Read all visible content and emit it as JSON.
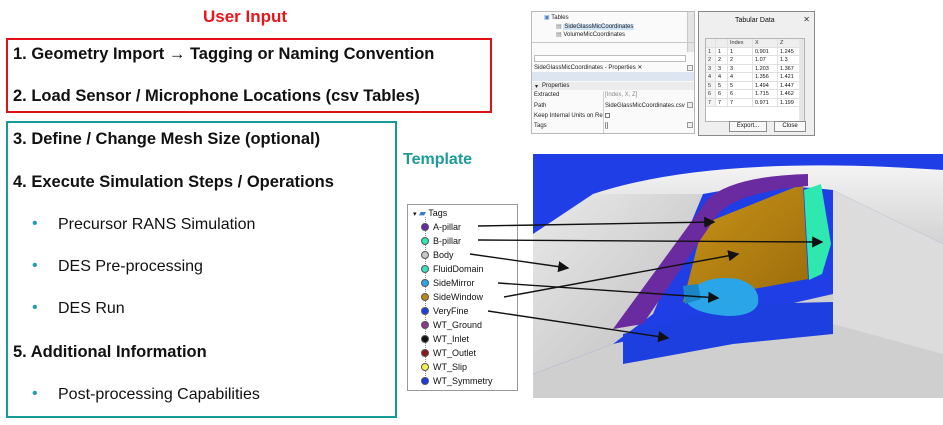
{
  "heading_user_input": "User Input",
  "heading_template": "Template",
  "steps": {
    "s1": "1. Geometry Import → Tagging or Naming Convention",
    "s2": "2. Load Sensor / Microphone Locations (csv Tables)",
    "s3": "3. Define / Change Mesh Size (optional)",
    "s4": "4. Execute Simulation Steps / Operations",
    "s4_b1": "Precursor RANS Simulation",
    "s4_b2": "DES Pre-processing",
    "s4_b3": "DES Run",
    "s5": "5. Additional Information",
    "s5_b1": "Post-processing Capabilities"
  },
  "tables_panel": {
    "root": "Tables",
    "item_selected": "SideGlassMicCoordinates",
    "item_2": "VolumeMicCoordinates",
    "properties_tab": "SideGlassMicCoordinates - Properties",
    "properties_header": "Properties",
    "rows": [
      {
        "key": "Extracted",
        "value": "[Index, X, Z]"
      },
      {
        "key": "Path",
        "value": "SideGlassMicCoordinates.csv"
      },
      {
        "key": "Keep Internal Units on Re",
        "value": ""
      },
      {
        "key": "Tags",
        "value": "[]"
      }
    ]
  },
  "tabular_dialog": {
    "title": "Tabular Data",
    "columns": [
      "",
      "Index",
      "X",
      "Z"
    ],
    "rows": [
      [
        "1",
        "1",
        "0.901",
        "1.245"
      ],
      [
        "2",
        "2",
        "1.07",
        "1.3"
      ],
      [
        "3",
        "3",
        "1.203",
        "1.367"
      ],
      [
        "4",
        "4",
        "1.356",
        "1.421"
      ],
      [
        "5",
        "5",
        "1.494",
        "1.447"
      ],
      [
        "6",
        "6",
        "1.715",
        "1.462"
      ],
      [
        "7",
        "7",
        "0.971",
        "1.199"
      ]
    ],
    "export_label": "Export...",
    "close_label": "Close"
  },
  "tags_tree": {
    "root": "Tags",
    "items": [
      {
        "label": "A-pillar",
        "color": "#6a2aa0"
      },
      {
        "label": "B-pillar",
        "color": "#2ee8b0"
      },
      {
        "label": "Body",
        "color": "#c7c7c7"
      },
      {
        "label": "FluidDomain",
        "color": "#3de0c0"
      },
      {
        "label": "SideMirror",
        "color": "#2aa6e8"
      },
      {
        "label": "SideWindow",
        "color": "#b98b1a"
      },
      {
        "label": "VeryFine",
        "color": "#1d3fe0"
      },
      {
        "label": "WT_Ground",
        "color": "#8a3a8a"
      },
      {
        "label": "WT_Inlet",
        "color": "#111111"
      },
      {
        "label": "WT_Outlet",
        "color": "#8a1a1a"
      },
      {
        "label": "WT_Slip",
        "color": "#f2f24a"
      },
      {
        "label": "WT_Symmetry",
        "color": "#1a3adf"
      }
    ]
  },
  "colors": {
    "red": "#e30f16",
    "teal": "#159a96",
    "wind_tunnel_blue": "#1f3ee6"
  }
}
